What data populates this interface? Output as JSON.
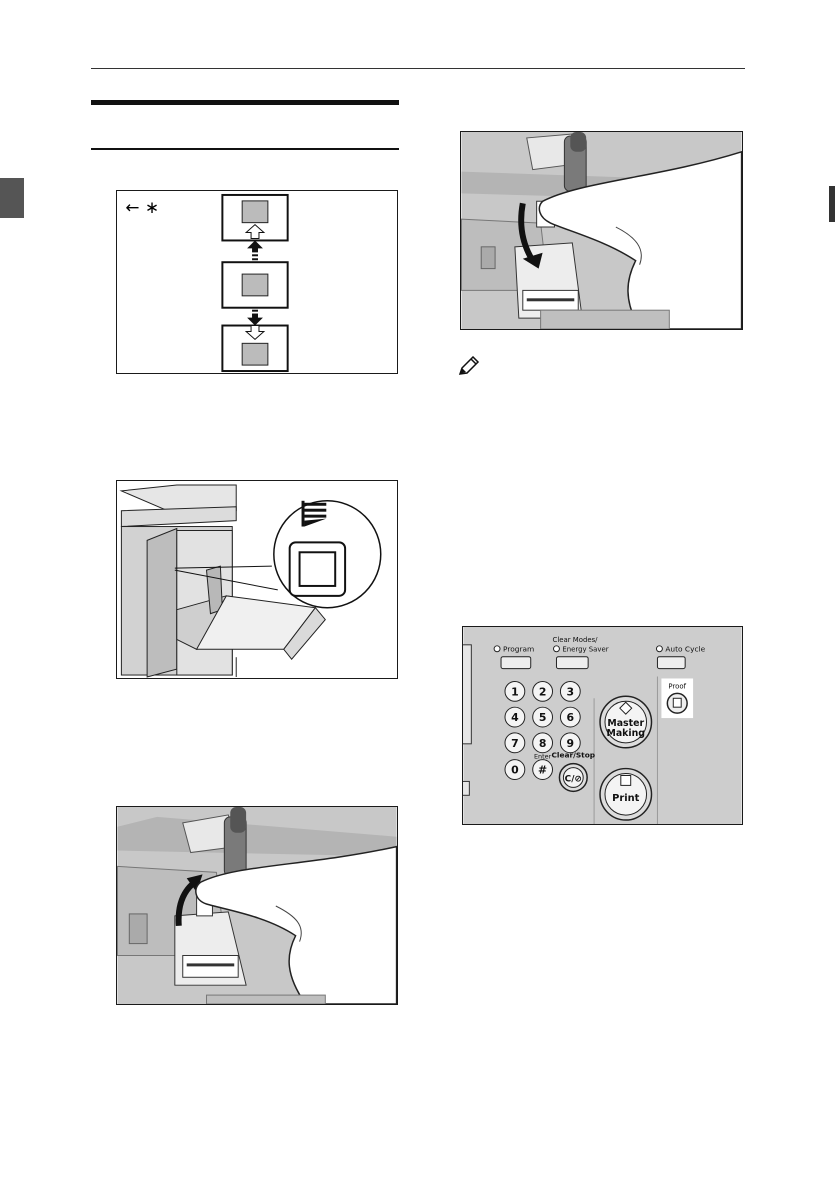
{
  "figures": {
    "position_diagram": {
      "symbol": "← ∗"
    },
    "control_panel": {
      "program_label": "Program",
      "clear_modes_label_1": "Clear Modes/",
      "clear_modes_label_2": "Energy Saver",
      "auto_cycle_label": "Auto Cycle",
      "proof_label": "Proof",
      "keys": [
        "1",
        "2",
        "3",
        "4",
        "5",
        "6",
        "7",
        "8",
        "9",
        "0",
        "#"
      ],
      "enter_label": "Enter",
      "clear_stop_label": "Clear/Stop",
      "clear_stop_key": "C/⊘",
      "master_making_1": "Master",
      "master_making_2": "Making",
      "print_label": "Print"
    }
  },
  "icons": [
    "note-pencil-icon",
    "arrow-up-icon",
    "arrow-down-icon",
    "paper-stack-icon"
  ]
}
